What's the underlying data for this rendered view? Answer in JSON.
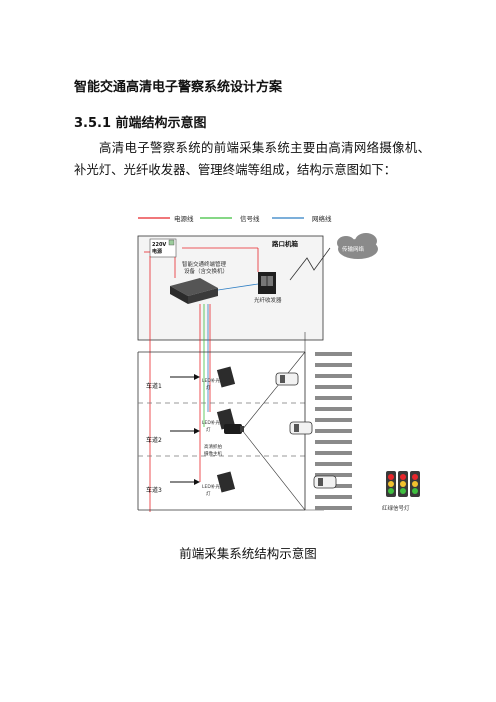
{
  "document": {
    "title": "智能交通高清电子警察系统设计方案",
    "section_heading": "3.5.1 前端结构示意图",
    "paragraph": "高清电子警察系统的前端采集系统主要由高清网络摄像机、补光灯、光纤收发器、管理终端等组成，结构示意图如下：",
    "figure_caption": "前端采集系统结构示意图"
  },
  "diagram": {
    "legend": {
      "power": {
        "label": "电源线",
        "color": "#e8262b"
      },
      "signal": {
        "label": "信号线",
        "color": "#3fbf3f"
      },
      "network": {
        "label": "网络线",
        "color": "#2f7fc4"
      }
    },
    "cabinet_label": "路口机箱",
    "power_supply_label": "220V电源",
    "power_supply_line1": "220V",
    "power_supply_line2": "电源",
    "terminal_label_line1": "智能交通终端管理",
    "terminal_label_line2": "设备（含交换机）",
    "fiber_label": "光纤收发器",
    "network_label": "传输网络",
    "lane_labels": [
      "车道1",
      "车道2",
      "车道3"
    ],
    "light_label_line1": "LED补光",
    "light_label_line2": "灯",
    "camera_label_line1": "高清抓拍",
    "camera_label_line2": "摄像主机",
    "traffic_light_label": "红绿信号灯"
  }
}
